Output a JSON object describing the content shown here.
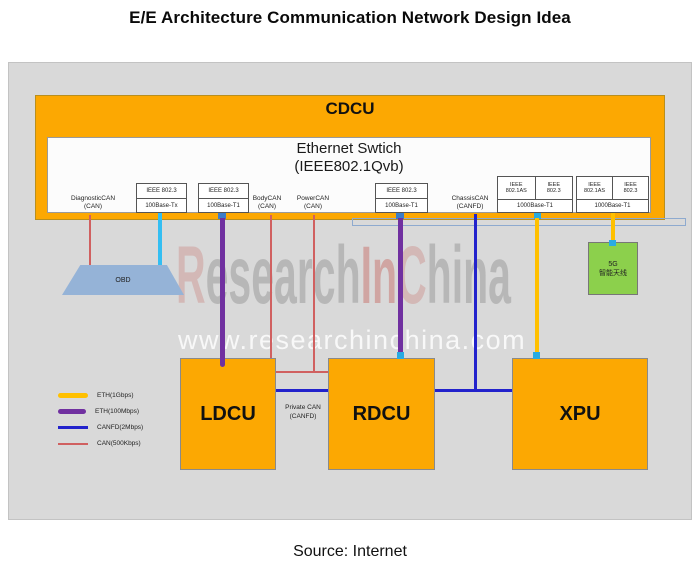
{
  "title": "E/E Architecture Communication Network Design Idea",
  "source": "Source: Internet",
  "watermark": {
    "seg1": "R",
    "seg2": "esearch",
    "seg3": "In",
    "seg4": "C",
    "seg5": "hina",
    "url": "www.researchinchina.com"
  },
  "cdcu": {
    "label": "CDCU",
    "switch_title": "Ethernet Swtich",
    "switch_subtitle": "(IEEE802.1Qvb)"
  },
  "ports": {
    "p1": {
      "row1": "IEEE 802.3",
      "row2": "100Base-Tx"
    },
    "p2": {
      "row1": "IEEE 802.3",
      "row2": "100Base-T1"
    },
    "p3": {
      "row1": "IEEE 802.3",
      "row2": "100Base-T1"
    },
    "d1": {
      "c1l1": "IEEE",
      "c1l2": "802.1AS",
      "c2l1": "IEEE",
      "c2l2": "802.3",
      "row2": "1000Base-T1"
    },
    "d2": {
      "c1l1": "IEEE",
      "c1l2": "802.1AS",
      "c2l1": "IEEE",
      "c2l2": "802.3",
      "row2": "1000Base-T1"
    }
  },
  "bus_labels": {
    "diagnostic": {
      "l1": "DiagnosticCAN",
      "l2": "(CAN)"
    },
    "body": {
      "l1": "BodyCAN",
      "l2": "(CAN)"
    },
    "power": {
      "l1": "PowerCAN",
      "l2": "(CAN)"
    },
    "chassis": {
      "l1": "ChassisCAN",
      "l2": "(CANFD)"
    },
    "private": {
      "l1": "Private CAN",
      "l2": "(CANFD)"
    }
  },
  "nodes": {
    "obd": "OBD",
    "antenna_l1": "5G",
    "antenna_l2": "智能天线",
    "ldcu": "LDCU",
    "rdcu": "RDCU",
    "xpu": "XPU"
  },
  "legend": {
    "items": [
      {
        "label": "ETH(1Gbps)",
        "color": "#FFC000"
      },
      {
        "label": "ETH(100Mbps)",
        "color": "#7030A0"
      },
      {
        "label": "CANFD(2Mbps)",
        "color": "#2222CC"
      },
      {
        "label": "CAN(500Kbps)",
        "color": "#D06060"
      }
    ]
  },
  "colors": {
    "box_orange": "#FCA802",
    "panel_gray": "#D9D9D9",
    "obd_blue": "#95B3D7",
    "antenna_green": "#8CD04C",
    "eth_1g": "#FFC000",
    "eth_100m": "#7030A0",
    "canfd_blue": "#2222CC",
    "can_red": "#D06060",
    "connector_cyan": "#29ABE2"
  }
}
